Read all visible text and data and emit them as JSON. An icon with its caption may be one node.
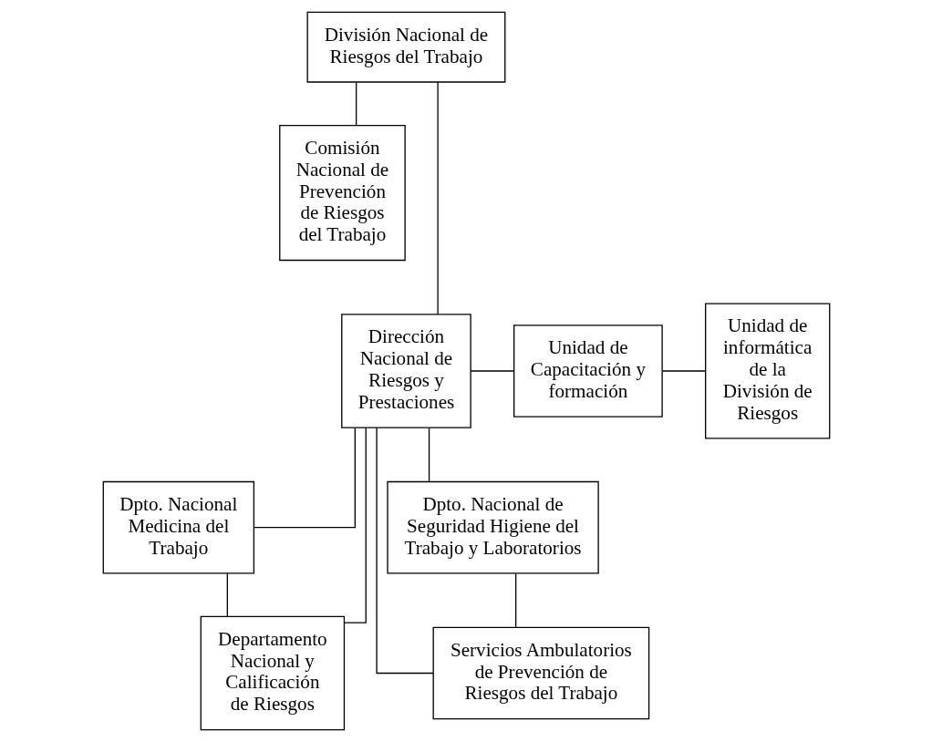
{
  "diagram": {
    "nodes": [
      {
        "text": [
          "División Nacional de Riesgos del Trabajo"
        ]
      },
      {
        "text": [
          "Comisión Nacional de Prevención de Riesgos del Trabajo"
        ]
      },
      {
        "text": [
          "Dirección Nacional de Riesgos y Prestaciones"
        ]
      },
      {
        "text": [
          "Unidad de Capacitación y formación"
        ]
      },
      {
        "text": [
          "Unidad de informática de la División de Riesgos"
        ]
      },
      {
        "text": [
          "Dpto. Nacional Medicina del Trabajo"
        ]
      },
      {
        "text": [
          "Dpto. Nacional de Seguridad Higiene del Trabajo y Laboratorios"
        ]
      },
      {
        "text": [
          "Departamento Nacional y Calificación de Riesgos"
        ]
      },
      {
        "text": [
          "Servicios Ambulatorios de Prevención de Riesgos del Trabajo"
        ]
      }
    ],
    "edges": [
      {
        "from": 0,
        "to": 2,
        "arrow": "none"
      },
      {
        "from": 0,
        "to": 1,
        "arrow": "none"
      },
      {
        "from": 2,
        "to": 3,
        "arrow": "none"
      },
      {
        "from": 3,
        "to": 4,
        "arrow": "none"
      },
      {
        "from": 2,
        "to": 5,
        "arrow": "none"
      },
      {
        "from": 2,
        "to": 6,
        "arrow": "none"
      },
      {
        "from": 5,
        "to": 7,
        "arrow": "none"
      },
      {
        "from": 6,
        "to": 8,
        "arrow": "none"
      },
      {
        "from": 2,
        "to": 7,
        "arrow": "none"
      },
      {
        "from": 2,
        "to": 8,
        "arrow": "none"
      }
    ]
  }
}
